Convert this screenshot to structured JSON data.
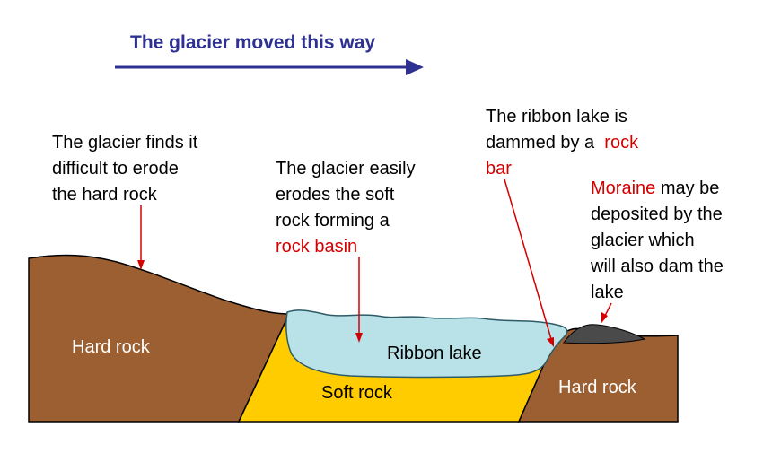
{
  "title": "The glacier moved this way",
  "colors": {
    "title": "#2e3192",
    "hard_rock": "#9b5f32",
    "soft_rock": "#ffcc00",
    "lake": "#b8e1e8",
    "moraine": "#4a4a4a",
    "highlight": "#d40000",
    "arrow": "#d40000"
  },
  "rock_labels": {
    "hard_left": "Hard rock",
    "hard_right": "Hard rock",
    "soft": "Soft rock",
    "lake": "Ribbon lake"
  },
  "notes": {
    "left": {
      "line1": "The glacier finds it",
      "line2": "difficult to erode",
      "line3": "the hard rock"
    },
    "middle": {
      "line1": "The glacier easily",
      "line2": "erodes the soft",
      "line3": "rock forming a",
      "highlight": "rock basin"
    },
    "right": {
      "line1": "The ribbon lake is",
      "line2_prefix": "dammed by a  ",
      "line2_highlight": "rock",
      "line3_highlight": "bar"
    },
    "moraine": {
      "highlight": "Moraine",
      "line1_suffix": " may be",
      "line2": "deposited by the",
      "line3": "glacier which",
      "line4": "will also dam the",
      "line5": "lake"
    }
  }
}
